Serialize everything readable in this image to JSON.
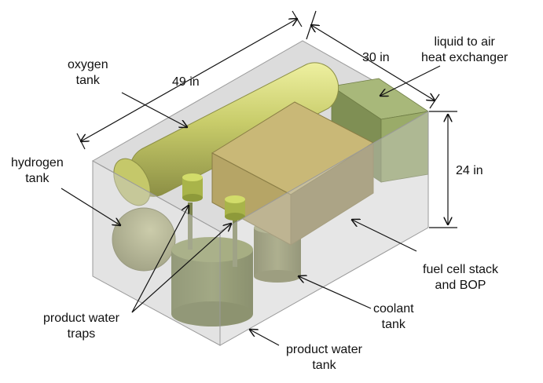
{
  "labels": {
    "oxygen_tank": [
      "oxygen",
      "tank"
    ],
    "hydrogen_tank": [
      "hydrogen",
      "tank"
    ],
    "heat_exchanger": [
      "liquid to air",
      "heat exchanger"
    ],
    "fuel_cell": [
      "fuel cell stack",
      "and BOP"
    ],
    "coolant_tank": [
      "coolant",
      "tank"
    ],
    "water_traps": [
      "product water",
      "traps"
    ],
    "water_tank": [
      "product water",
      "tank"
    ]
  },
  "dimensions": {
    "length": "49 in",
    "depth": "30 in",
    "height": "24 in"
  },
  "colors": {
    "enclosure_fill": "#cfcfcf",
    "enclosure_edge": "#9a9a9a",
    "oxygen_tank": "#c8cc6a",
    "hydrogen_tank": "#9ea05a",
    "stack_front": "#b6a566",
    "stack_top": "#c9b877",
    "stack_side": "#958850",
    "heat_exchanger": "#8d9e62",
    "water_tank": "#77843e",
    "coolant_tank": "#8a8d56",
    "water_trap": "#b9c54a",
    "text": "#111111"
  }
}
